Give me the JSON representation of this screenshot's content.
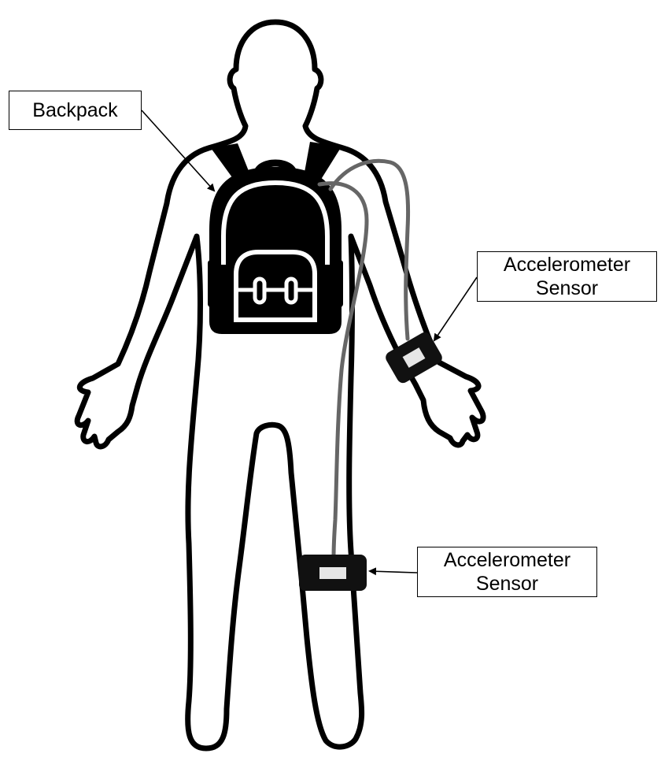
{
  "labels": {
    "backpack": "Backpack",
    "wrist_sensor": {
      "line1": "Accelerometer",
      "line2": "Sensor"
    },
    "leg_sensor": {
      "line1": "Accelerometer",
      "line2": "Sensor"
    }
  },
  "colors": {
    "outline": "#000000",
    "cable": "#666666",
    "sensor_body": "#111111",
    "sensor_window": "#e6e6e6",
    "background": "#ffffff"
  },
  "icons": [
    "human-body-outline",
    "backpack-icon",
    "accelerometer-sensor-icon"
  ]
}
